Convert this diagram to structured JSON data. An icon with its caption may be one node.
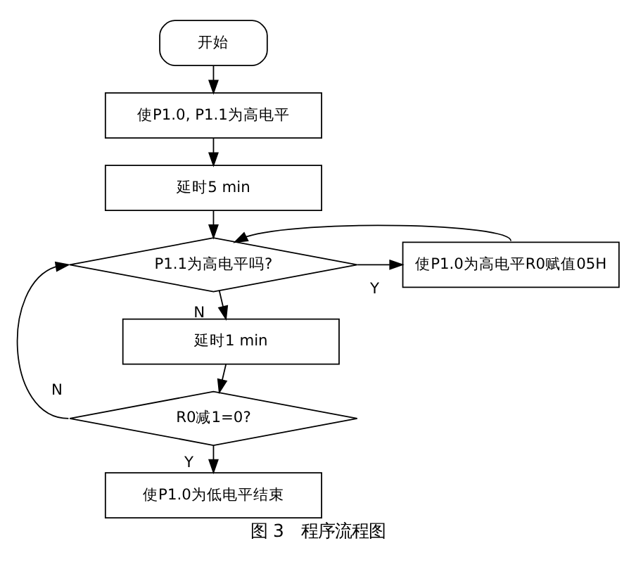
{
  "diagram": {
    "caption": "图 3　程序流程图",
    "nodes": [
      {
        "text": [
          "开始"
        ]
      },
      {
        "text": [
          "使P1.0, P1.1为高电平"
        ]
      },
      {
        "text": [
          "延时5 min"
        ]
      },
      {
        "text": [
          "P1.1为高电平吗?"
        ]
      },
      {
        "text": [
          "使P1.0为高电平R0赋值05H"
        ]
      },
      {
        "text": [
          "延时1 min"
        ]
      },
      {
        "text": [
          "R0减1=0?"
        ]
      },
      {
        "text": [
          "使P1.0为低电平结束"
        ]
      }
    ],
    "edges": [
      {
        "from": 0,
        "to": 1,
        "arrow": "to"
      },
      {
        "from": 1,
        "to": 2,
        "arrow": "to"
      },
      {
        "from": 2,
        "to": 3,
        "arrow": "to"
      },
      {
        "from": 3,
        "to": 4,
        "arrow": "to",
        "label": "Y"
      },
      {
        "from": 3,
        "to": 5,
        "arrow": "to",
        "label": "N"
      },
      {
        "from": 5,
        "to": 6,
        "arrow": "to"
      },
      {
        "from": 6,
        "to": 7,
        "arrow": "to",
        "label": "Y"
      },
      {
        "from": 6,
        "to": 3,
        "arrow": "to",
        "label": "N"
      },
      {
        "from": 4,
        "to": 3,
        "arrow": "to"
      }
    ]
  }
}
